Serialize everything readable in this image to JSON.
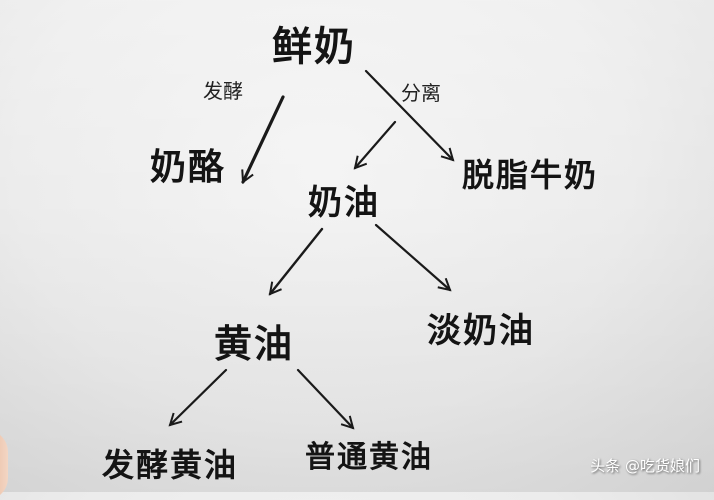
{
  "diagram": {
    "nodes": {
      "fresh_milk": "鲜奶",
      "cheese": "奶酪",
      "cream": "奶油",
      "skim_milk": "脱脂牛奶",
      "butter": "黄油",
      "light_cream": "淡奶油",
      "cultured_butter": "发酵黄油",
      "regular_butter": "普通黄油"
    },
    "edge_labels": {
      "ferment": "发酵",
      "separate": "分离"
    },
    "edges": [
      {
        "from": "鲜奶",
        "to": "奶酪",
        "label": "发酵"
      },
      {
        "from": "鲜奶",
        "to": "脱脂牛奶",
        "label": "分离"
      },
      {
        "from": "鲜奶",
        "to": "奶油",
        "label": "分离"
      },
      {
        "from": "奶油",
        "to": "黄油"
      },
      {
        "from": "奶油",
        "to": "淡奶油"
      },
      {
        "from": "黄油",
        "to": "发酵黄油"
      },
      {
        "from": "黄油",
        "to": "普通黄油"
      }
    ]
  },
  "watermark": "头条 @吃货娘们",
  "colors": {
    "ink": "#141414",
    "paper": "#ececec"
  }
}
